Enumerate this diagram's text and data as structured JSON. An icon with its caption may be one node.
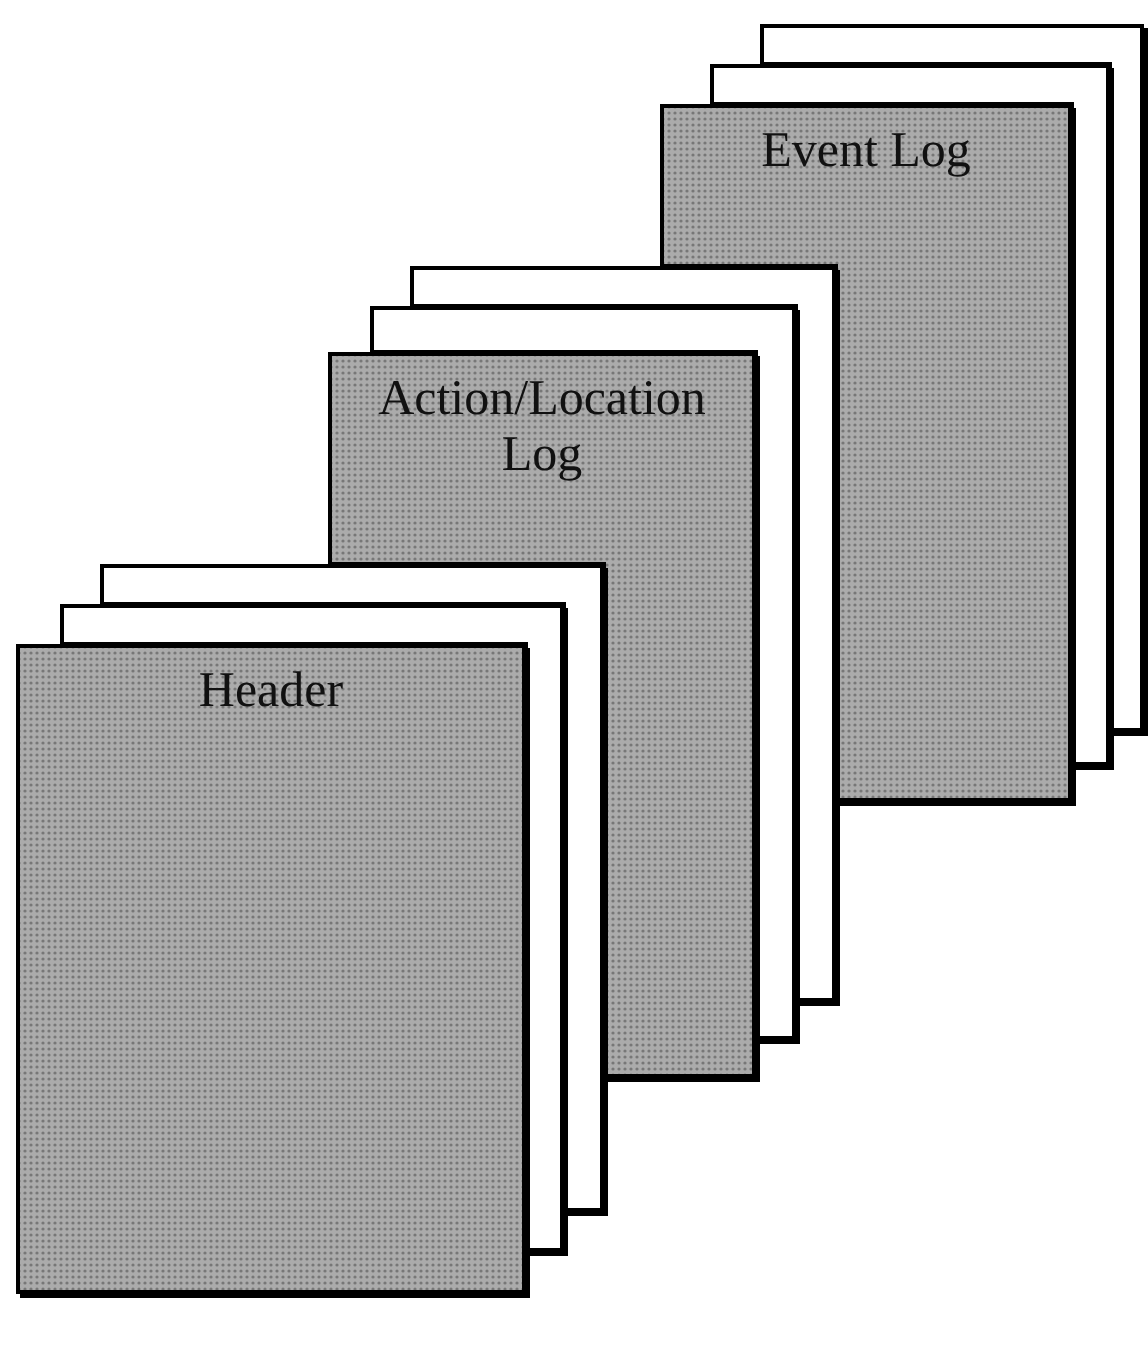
{
  "diagram": {
    "nodes": [
      {
        "text": [
          "Event Log"
        ]
      },
      {
        "text": [
          "Action/Location Log"
        ]
      },
      {
        "text": [
          "Header"
        ]
      },
      {
        "text": [],
        "shape": "box"
      },
      {
        "text": [],
        "shape": "box"
      },
      {
        "text": [],
        "shape": "box"
      },
      {
        "text": [],
        "shape": "box"
      },
      {
        "text": [],
        "shape": "box"
      },
      {
        "text": [],
        "shape": "box"
      }
    ]
  }
}
